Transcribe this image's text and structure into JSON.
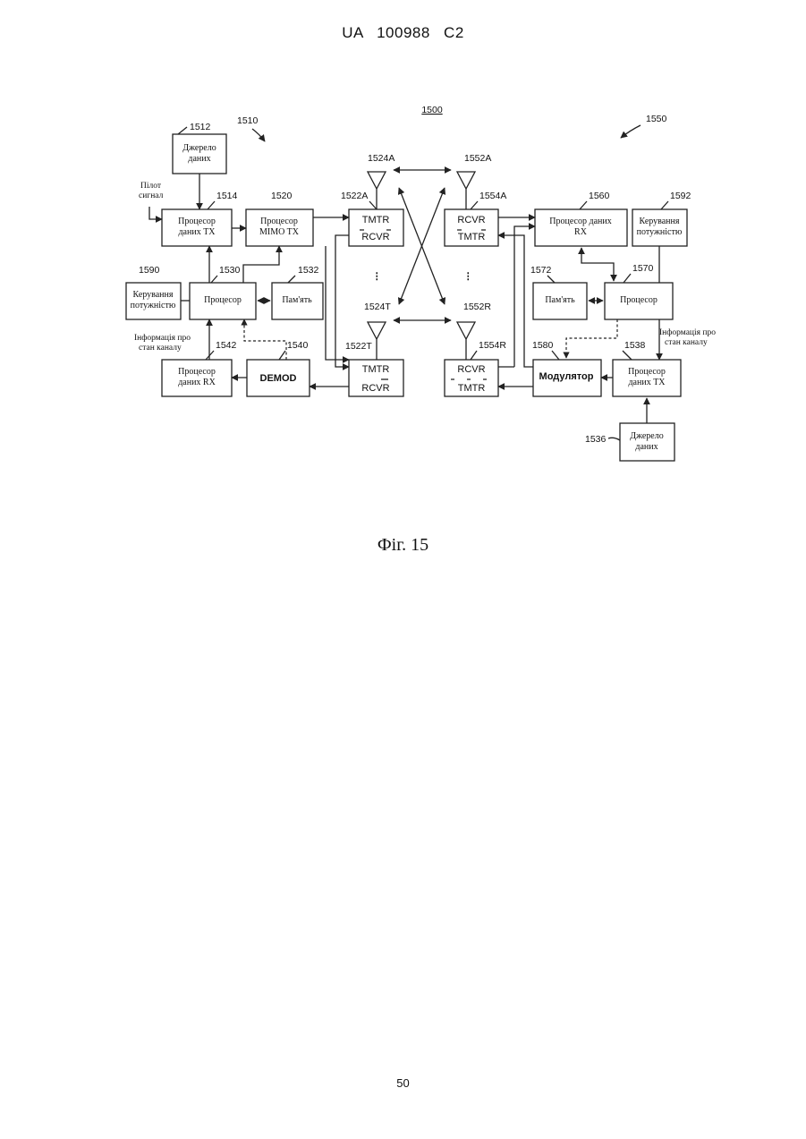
{
  "header": "UA 100988 C2",
  "figure_caption": "Фіг. 15",
  "page_number": "50",
  "diagram": {
    "system_ref": "1500",
    "left_system_ref": "1510",
    "right_system_ref": "1550",
    "blocks": {
      "b1512": {
        "ref": "1512",
        "l1": "Джерело",
        "l2": "даних"
      },
      "b1514": {
        "ref": "1514",
        "l1": "Процесор",
        "l2": "даних TX"
      },
      "b1520": {
        "ref": "1520",
        "l1": "Процесор",
        "l2": "MIMO TX"
      },
      "b1522A": {
        "ref": "1522A",
        "l1": "TMTR",
        "l2": "RCVR"
      },
      "b1522T": {
        "ref": "1522T",
        "l1": "TMTR",
        "l2": "RCVR"
      },
      "b1530": {
        "ref": "1530",
        "l1": "Процесор"
      },
      "b1532": {
        "ref": "1532",
        "l1": "Пам'ять"
      },
      "b1590": {
        "ref": "1590",
        "l1": "Керування",
        "l2": "потужністю"
      },
      "b1542": {
        "ref": "1542",
        "l1": "Процесор",
        "l2": "даних RX"
      },
      "b1540": {
        "ref": "1540",
        "l1": "DEMOD"
      },
      "b1554A": {
        "ref": "1554A",
        "l1": "RCVR",
        "l2": "TMTR"
      },
      "b1554R": {
        "ref": "1554R",
        "l1": "RCVR",
        "l2": "TMTR"
      },
      "b1560": {
        "ref": "1560",
        "l1": "Процесор даних",
        "l2": "RX"
      },
      "b1592": {
        "ref": "1592",
        "l1": "Керування",
        "l2": "потужністю"
      },
      "b1572": {
        "ref": "1572",
        "l1": "Пам'ять"
      },
      "b1570": {
        "ref": "1570",
        "l1": "Процесор"
      },
      "b1580": {
        "ref": "1580",
        "l1": "Модулятор"
      },
      "b1538": {
        "ref": "1538",
        "l1": "Процесор",
        "l2": "даних TX"
      },
      "b1536": {
        "ref": "1536",
        "l1": "Джерело",
        "l2": "даних"
      }
    },
    "antennas": {
      "a1524A": "1524A",
      "a1524T": "1524T",
      "a1552A": "1552A",
      "a1552R": "1552R"
    },
    "labels": {
      "pilot_l1": "Пілот",
      "pilot_l2": "сигнал",
      "csi_left_l1": "Інформація про",
      "csi_left_l2": "стан каналу",
      "csi_right_l1": "Інформація про",
      "csi_right_l2": "стан каналу"
    }
  }
}
